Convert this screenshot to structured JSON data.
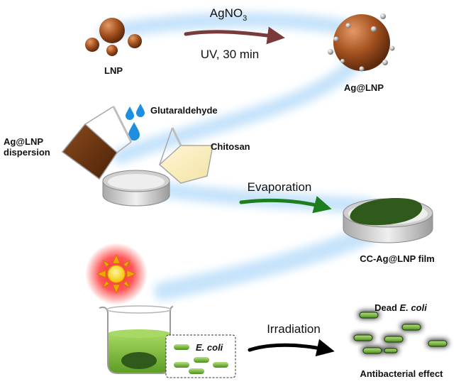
{
  "steps": {
    "step1": {
      "reagent": "AgNO",
      "reagent_sub": "3",
      "condition": "UV, 30 min",
      "arrow_color": "#7a3a3a"
    },
    "lnp_label": "LNP",
    "ag_lnp_label": "Ag@LNP",
    "glutaraldehyde_label": "Glutaraldehyde",
    "dispersion_label_line1": "Ag@LNP",
    "dispersion_label_line2": "dispersion",
    "chitosan_label": "Chitosan",
    "evaporation_label": "Evaporation",
    "evaporation_arrow_color": "#1e7d1e",
    "film_label": "CC-Ag@LNP film",
    "ecoli_box_label": "E. coli",
    "irradiation_label": "Irradiation",
    "dead_prefix": "Dead ",
    "dead_species": "E. coli",
    "effect_label": "Antibacterial effect"
  },
  "colors": {
    "particle": "#9a4a1f",
    "film": "#2f5a1c",
    "liquid": "#7cba3a",
    "bacteria": "#6fb83a",
    "glow": "#ff2a2a",
    "sun": "#ffd700",
    "path": "#cfe6fb",
    "droplet": "#1e8fe0"
  },
  "icons": [
    "sun-icon",
    "beaker-icon",
    "petri-dish-icon",
    "droplet-icon",
    "bacteria-icon"
  ]
}
